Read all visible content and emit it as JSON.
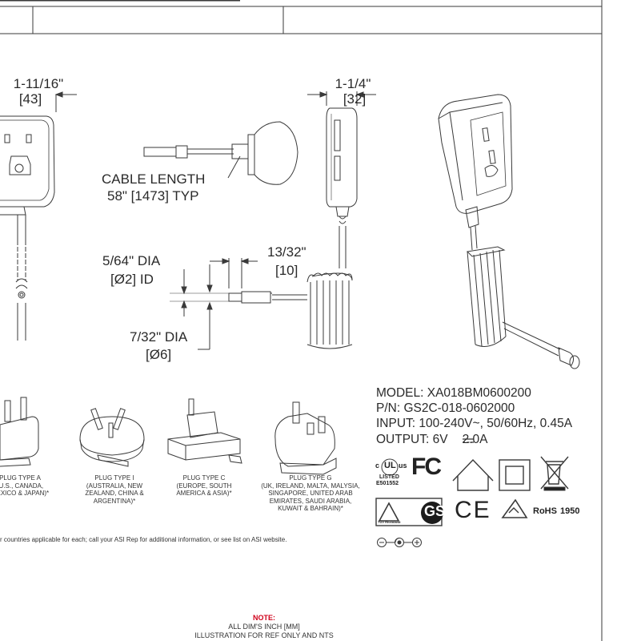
{
  "dimensions": {
    "width_label": "1-11/16\"",
    "width_mm": "[43]",
    "depth_label": "1-1/4\"",
    "depth_mm": "[32]",
    "cable_length_title": "CABLE LENGTH",
    "cable_length_value": "58\" [1473] TYP",
    "id_label": "5/64\" DIA",
    "id_value": "[Ø2] ID",
    "tip_length_label": "13/32\"",
    "tip_length_mm": "[10]",
    "od_label": "7/32\" DIA",
    "od_value": "[Ø6]"
  },
  "plugs": [
    {
      "line1": "PLUG TYPE A",
      "line2": "(U.S., CANADA,",
      "line3": "MEXICO & JAPAN)*"
    },
    {
      "line1": "PLUG TYPE I",
      "line2": "(AUSTRALIA, NEW",
      "line3": "ZEALAND, CHINA &",
      "line4": "ARGENTINA)*"
    },
    {
      "line1": "PLUG TYPE C",
      "line2": "(EUROPE, SOUTH",
      "line3": "AMERICA & ASIA)*"
    },
    {
      "line1": "PLUG TYPE G",
      "line2": "(UK, IRELAND, MALTA, MALYSIA,",
      "line3": "SINGAPORE, UNITED ARAB",
      "line4": "EMIRATES, SAUDI ARABIA,",
      "line5": "KUWAIT & BAHRAIN)*"
    }
  ],
  "footnote": "r countries applicable for each; call your ASI Rep for additional information, or see list on ASI website.",
  "specs": {
    "model": "MODEL: XA018BM0600200",
    "pn": "P/N: GS2C-018-0602000",
    "input": "INPUT: 100-240V~, 50/60Hz, 0.45A",
    "output_prefix": "OUTPUT: 6V",
    "output_suffix": "2.0A"
  },
  "certs": {
    "ul_c": "c",
    "ul_us": "us",
    "ul_listed": "LISTED",
    "ul_file": "E501552",
    "fc": "FC",
    "ce": "CE",
    "tuv": "TÜV Rheinland",
    "rohs": "RoHS",
    "rohs_year": "1950"
  },
  "note": {
    "title": "NOTE:",
    "line1": "ALL DIM'S INCH [MM]",
    "line2": "ILLUSTRATION FOR REF ONLY AND NTS"
  },
  "colors": {
    "line": "#3a3a3a",
    "note_red": "#d0021b"
  }
}
